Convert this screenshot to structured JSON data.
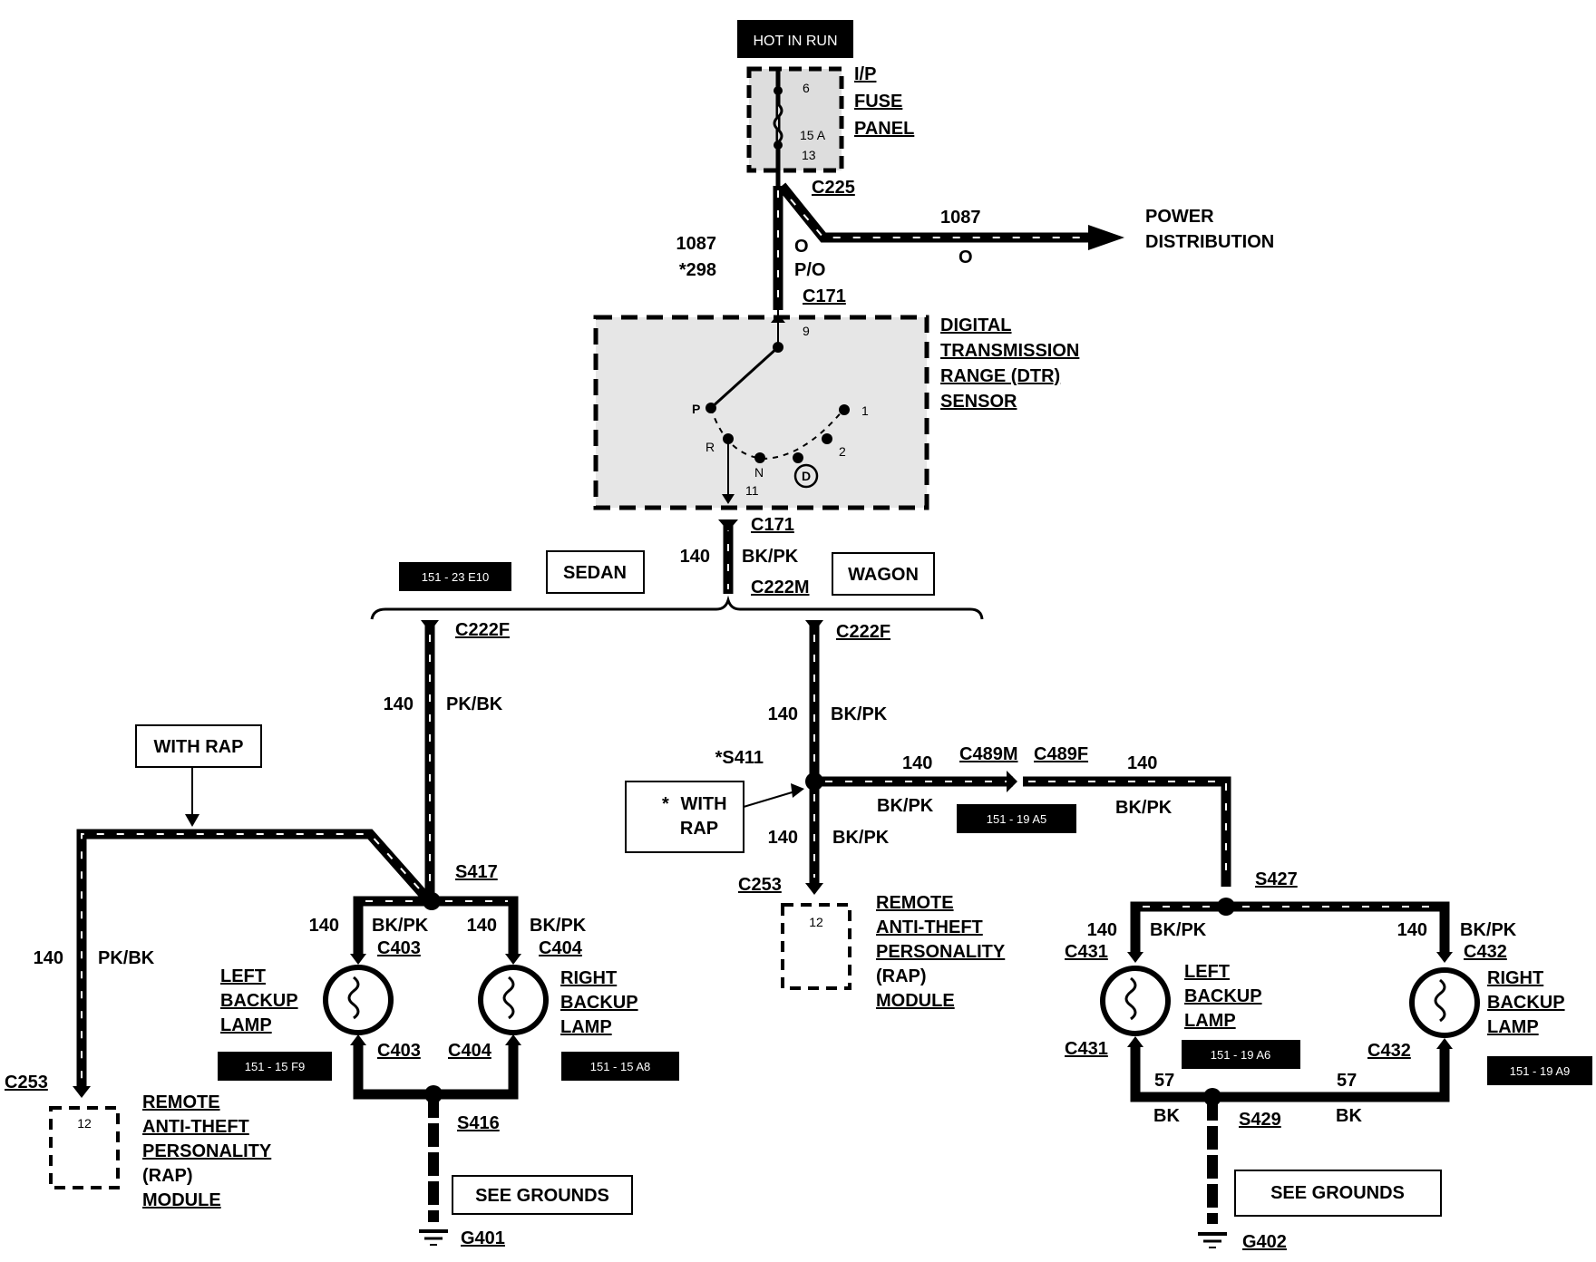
{
  "header_tag": "HOT IN RUN",
  "fuse_panel": {
    "title": [
      "I/P",
      "FUSE",
      "PANEL"
    ],
    "pin_top": "6",
    "pin_bottom": "13",
    "rating": "15 A"
  },
  "power_dist": {
    "connector": "C225",
    "circuit": "1087",
    "color": "O",
    "label": [
      "POWER",
      "DISTRIBUTION"
    ]
  },
  "feed_wire": {
    "circuit": "1087",
    "color": "O",
    "alt_circuit": "*298",
    "alt_color": "P/O",
    "connector": "C171"
  },
  "dtr": {
    "title": [
      "DIGITAL",
      "TRANSMISSION",
      "RANGE (DTR)",
      "SENSOR"
    ],
    "pin_in": "9",
    "pin_out": "11",
    "positions": [
      "P",
      "R",
      "N",
      "D",
      "2",
      "1"
    ],
    "out_connector": "C171"
  },
  "trunk": {
    "circuit": "140",
    "color": "BK/PK",
    "connector": "C222M",
    "ref_tag": "151 - 23 E10"
  },
  "variants": {
    "sedan": "SEDAN",
    "wagon": "WAGON"
  },
  "sedan": {
    "connector": "C222F",
    "circuit": "140",
    "color": "PK/BK",
    "with_rap": "WITH RAP",
    "rap_circuit": "140",
    "rap_color": "PK/BK",
    "rap_connector": "C253",
    "rap_pin": "12",
    "rap_module": [
      "REMOTE",
      "ANTI-THEFT",
      "PERSONALITY",
      "(RAP)",
      "MODULE"
    ],
    "splice_top": "S417",
    "left": {
      "circuit": "140",
      "color": "BK/PK",
      "connector": "C403",
      "lamp": [
        "LEFT",
        "BACKUP",
        "LAMP"
      ],
      "ref_tag": "151 - 15 F9"
    },
    "right": {
      "circuit": "140",
      "color": "BK/PK",
      "connector": "C404",
      "lamp": [
        "RIGHT",
        "BACKUP",
        "LAMP"
      ],
      "ref_tag": "151 - 15 A8"
    },
    "splice_bottom": "S416",
    "see_grounds": "SEE GROUNDS",
    "ground": "G401"
  },
  "wagon": {
    "connector": "C222F",
    "circuit": "140",
    "color": "BK/PK",
    "splice": "*S411",
    "note": {
      "star": "*",
      "line1": "WITH",
      "line2": "RAP"
    },
    "rap_circuit": "140",
    "rap_color": "BK/PK",
    "rap_connector": "C253",
    "rap_pin": "12",
    "rap_module": [
      "REMOTE",
      "ANTI-THEFT",
      "PERSONALITY",
      "(RAP)",
      "MODULE"
    ],
    "branch": {
      "circuit": "140",
      "color": "BK/PK",
      "connector_m": "C489M",
      "connector_f": "C489F",
      "circuit2": "140",
      "color2": "BK/PK",
      "ref_tag": "151 - 19 A5"
    },
    "splice_top": "S427",
    "left": {
      "circuit": "140",
      "color": "BK/PK",
      "connector": "C431",
      "lamp": [
        "LEFT",
        "BACKUP",
        "LAMP"
      ],
      "ref_tag": "151 - 19 A6",
      "gnd_circuit": "57",
      "gnd_color": "BK"
    },
    "right": {
      "circuit": "140",
      "color": "BK/PK",
      "connector": "C432",
      "lamp": [
        "RIGHT",
        "BACKUP",
        "LAMP"
      ],
      "ref_tag": "151 - 19 A9",
      "gnd_circuit": "57",
      "gnd_color": "BK"
    },
    "splice_bottom": "S429",
    "see_grounds": "SEE GROUNDS",
    "ground": "G402"
  }
}
